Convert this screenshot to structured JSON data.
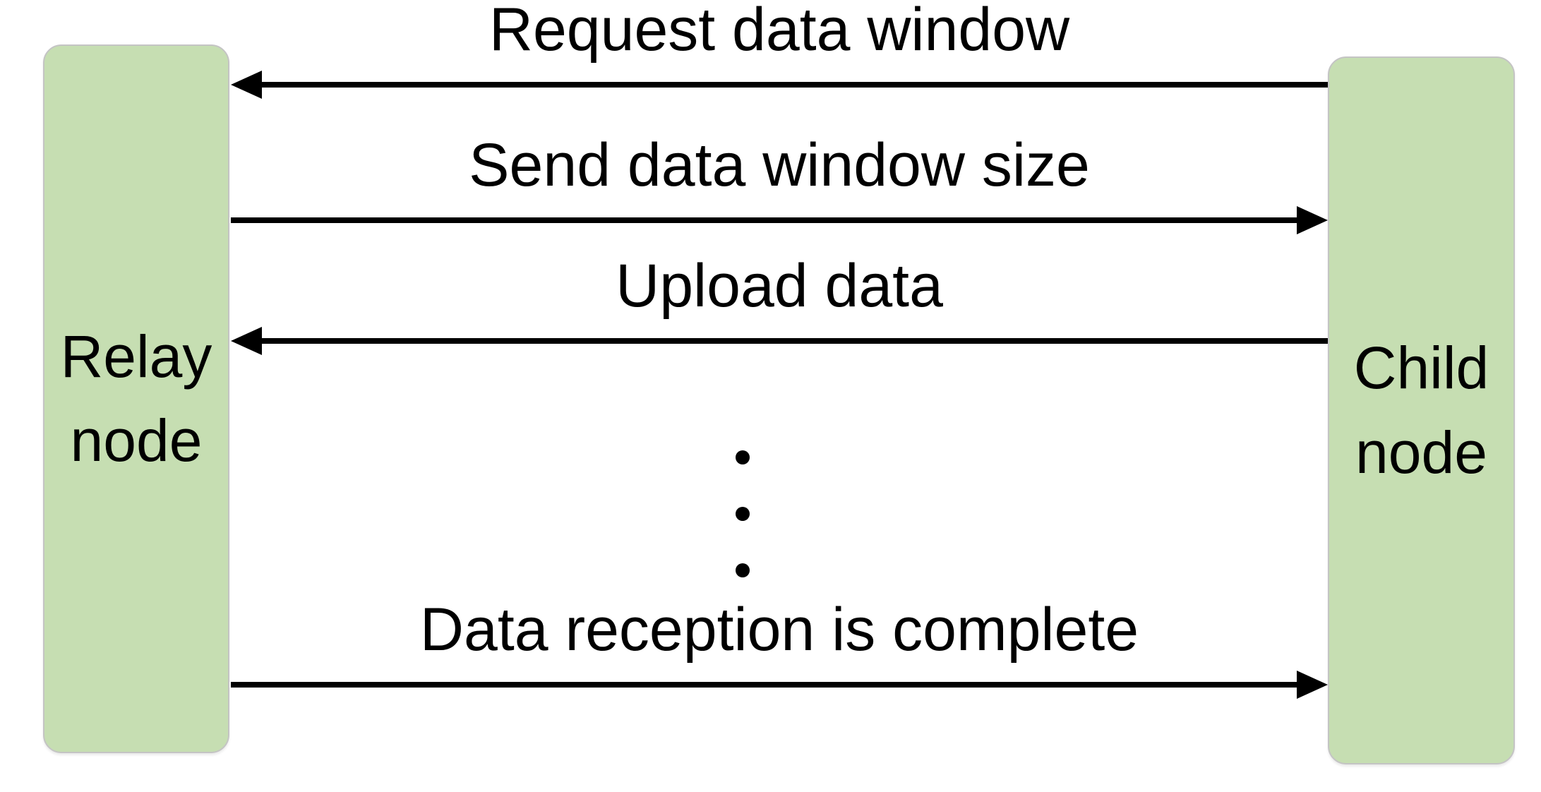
{
  "nodes": {
    "relay": {
      "label": "Relay\nnode"
    },
    "child": {
      "label": "Child\nnode"
    }
  },
  "messages": [
    {
      "label": "Request data window",
      "direction": "left"
    },
    {
      "label": "Send data window size",
      "direction": "right"
    },
    {
      "label": "Upload data",
      "direction": "left"
    },
    {
      "label": "Data reception is complete",
      "direction": "right"
    }
  ],
  "ellipsis": {
    "dot_count": 3
  },
  "colors": {
    "node_fill": "#c6deb2",
    "node_border": "#c4c4c4",
    "arrow": "#000000",
    "text": "#000000",
    "background": "#ffffff"
  }
}
